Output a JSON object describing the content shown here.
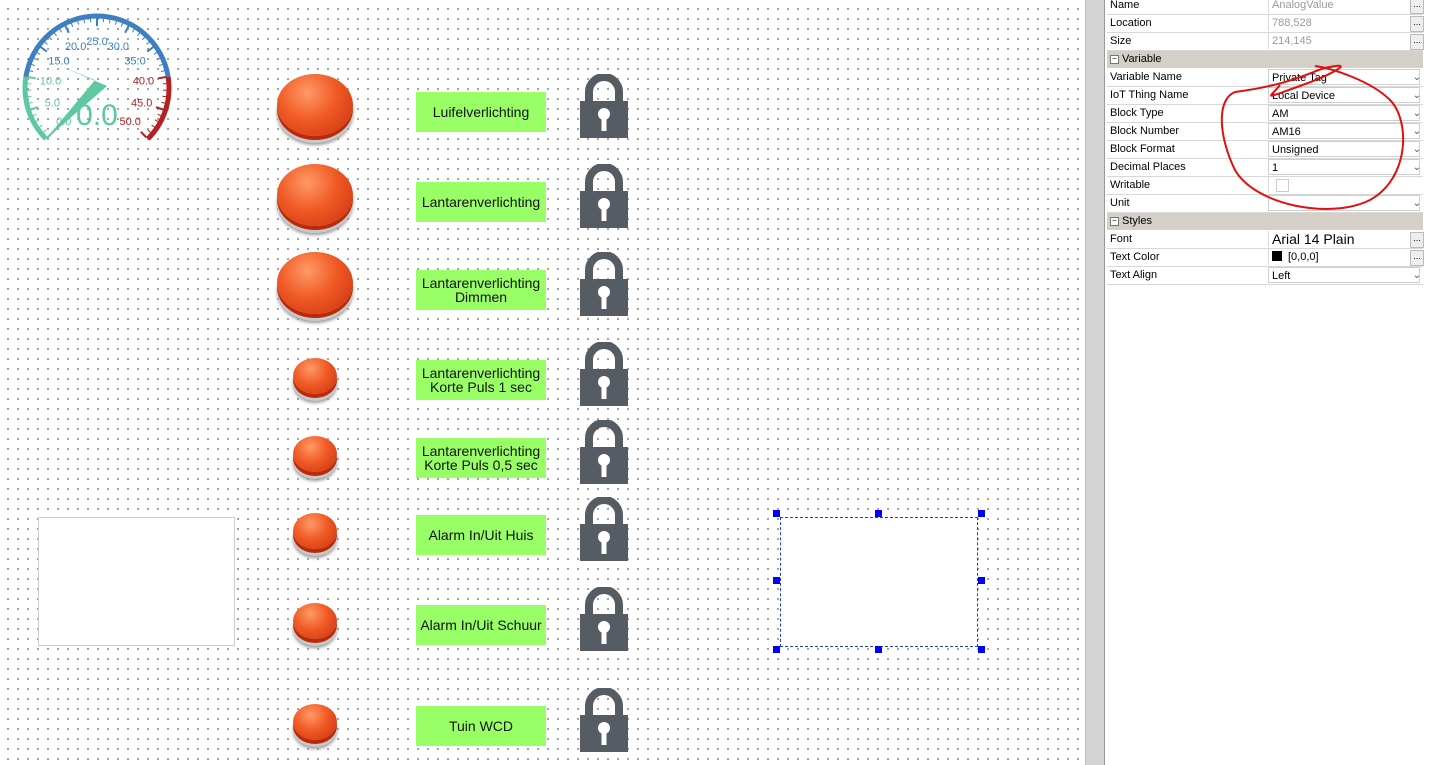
{
  "gauge": {
    "value_text": "0.0",
    "min": 0,
    "max": 50,
    "value": 0,
    "ticks": [
      "0.0",
      "5.0",
      "10.0",
      "15.0",
      "20.0",
      "25.0",
      "30.0",
      "35.0",
      "40.0",
      "45.0",
      "50.0"
    ],
    "colors": {
      "low": "#5cc9a0",
      "mid": "#3d7fc0",
      "high": "#b22222"
    }
  },
  "rows": [
    {
      "label": "Luifelverlichting",
      "size": "large"
    },
    {
      "label": "Lantarenverlichting",
      "size": "large"
    },
    {
      "label": "Lantarenverlichting Dimmen",
      "size": "large"
    },
    {
      "label": "Lantarenverlichting Korte Puls 1 sec",
      "size": "small"
    },
    {
      "label": "Lantarenverlichting Korte Puls 0,5 sec",
      "size": "small"
    },
    {
      "label": "Alarm In/Uit Huis",
      "size": "small"
    },
    {
      "label": "Alarm In/Uit Schuur",
      "size": "small"
    },
    {
      "label": "Tuin WCD",
      "size": "small"
    }
  ],
  "properties": {
    "general": [
      {
        "key": "Name",
        "value": "AnalogValue"
      },
      {
        "key": "Location",
        "value": "788,528"
      },
      {
        "key": "Size",
        "value": "214,145"
      }
    ],
    "variable_section": "Variable",
    "variable": [
      {
        "key": "Variable Name",
        "value": "Private Tag"
      },
      {
        "key": "IoT Thing Name",
        "value": "Local Device"
      },
      {
        "key": "Block Type",
        "value": "AM"
      },
      {
        "key": "Block Number",
        "value": "AM16"
      },
      {
        "key": "Block Format",
        "value": "Unsigned"
      },
      {
        "key": "Decimal Places",
        "value": "1"
      },
      {
        "key": "Writable",
        "value": ""
      },
      {
        "key": "Unit",
        "value": ""
      }
    ],
    "styles_section": "Styles",
    "styles": [
      {
        "key": "Font",
        "value": "Arial 14 Plain"
      },
      {
        "key": "Text Color",
        "value": "[0,0,0]",
        "swatch": "#000000"
      },
      {
        "key": "Text Align",
        "value": "Left"
      }
    ]
  }
}
